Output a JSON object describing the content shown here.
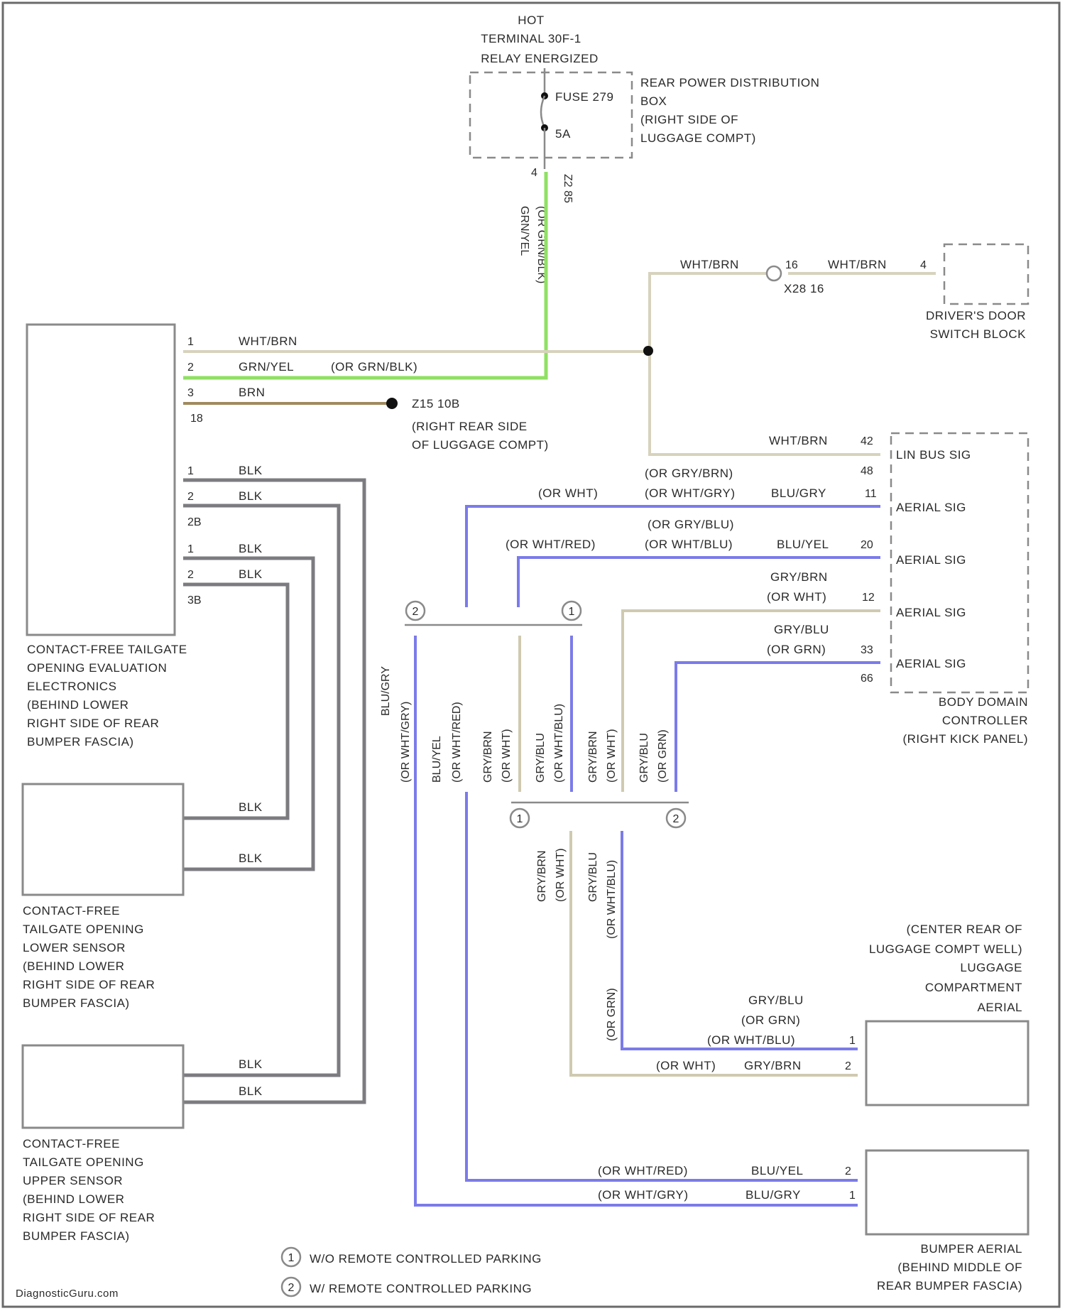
{
  "power": {
    "hot_l1": "HOT",
    "hot_l2": "TERMINAL 30F-1",
    "hot_l3": "RELAY ENERGIZED",
    "fuse_name": "FUSE 279",
    "fuse_amp": "5A",
    "pin_top": "4",
    "connector": "Z2 85",
    "box_l1": "REAR POWER DISTRIBUTION",
    "box_l2": "BOX",
    "box_l3": "(RIGHT SIDE OF",
    "box_l4": "LUGGAGE COMPT)",
    "wire_v1": "GRN/YEL",
    "wire_v2": "(OR GRN/BLK)"
  },
  "door_switch": {
    "wire_left": "WHT/BRN",
    "pin_left": "16",
    "connector": "X28 16",
    "wire_right": "WHT/BRN",
    "pin_right": "4",
    "label_l1": "DRIVER'S DOOR",
    "label_l2": "SWITCH BLOCK"
  },
  "evaluation_module": {
    "pin1": "1",
    "wire1": "WHT/BRN",
    "pin2": "2",
    "wire2": "GRN/YEL",
    "wire2_alt": "(OR GRN/BLK)",
    "pin3": "3",
    "wire3": "BRN",
    "conn1": "18",
    "ground_id": "Z15 10B",
    "ground_l1": "(RIGHT REAR SIDE",
    "ground_l2": "OF LUGGAGE COMPT)",
    "b_pin1": "1",
    "b_wire1": "BLK",
    "b_pin2": "2",
    "b_wire2": "BLK",
    "b_conn": "2B",
    "c_pin1": "1",
    "c_wire1": "BLK",
    "c_pin2": "2",
    "c_wire2": "BLK",
    "c_conn": "3B",
    "label_l1": "CONTACT-FREE TAILGATE",
    "label_l2": "OPENING EVALUATION",
    "label_l3": "ELECTRONICS",
    "label_l4": "(BEHIND LOWER",
    "label_l5": "RIGHT SIDE OF REAR",
    "label_l6": "BUMPER FASCIA)"
  },
  "lower_sensor": {
    "wire1": "BLK",
    "wire2": "BLK",
    "label_l1": "CONTACT-FREE",
    "label_l2": "TAILGATE OPENING",
    "label_l3": "LOWER SENSOR",
    "label_l4": "(BEHIND LOWER",
    "label_l5": "RIGHT SIDE OF REAR",
    "label_l6": "BUMPER FASCIA)"
  },
  "upper_sensor": {
    "wire1": "BLK",
    "wire2": "BLK",
    "label_l1": "CONTACT-FREE",
    "label_l2": "TAILGATE OPENING",
    "label_l3": "UPPER SENSOR",
    "label_l4": "(BEHIND LOWER",
    "label_l5": "RIGHT SIDE OF REAR",
    "label_l6": "BUMPER FASCIA)"
  },
  "bdc": {
    "pin_lin": "42",
    "wire_lin": "WHT/BRN",
    "pin_48": "48",
    "sig_lin": "LIN BUS SIG",
    "w11_alt1": "(OR GRY/BRN)",
    "w11_alt0": "(OR WHT)",
    "w11_alt2": "(OR WHT/GRY)",
    "w11": "BLU/GRY",
    "pin11": "11",
    "sig11": "AERIAL SIG",
    "w20_alt1": "(OR GRY/BLU)",
    "w20_alt0": "(OR WHT/RED)",
    "w20_alt2": "(OR WHT/BLU)",
    "w20": "BLU/YEL",
    "pin20": "20",
    "sig20": "AERIAL SIG",
    "w12": "GRY/BRN",
    "w12_alt": "(OR WHT)",
    "pin12": "12",
    "sig12": "AERIAL SIG",
    "w33": "GRY/BLU",
    "w33_alt": "(OR GRN)",
    "pin33": "33",
    "sig33": "AERIAL SIG",
    "pin_bottom": "66",
    "label_l1": "BODY DOMAIN",
    "label_l2": "CONTROLLER",
    "label_l3": "(RIGHT KICK PANEL)"
  },
  "markers": {
    "one": "1",
    "two": "2"
  },
  "vertical_wires": {
    "a1": "BLU/GRY",
    "a2": "(OR WHT/GRY)",
    "b1": "BLU/YEL",
    "b2": "(OR WHT/RED)",
    "c1": "GRY/BRN",
    "c2": "(OR WHT)",
    "d1": "GRY/BLU",
    "d2": "(OR WHT/BLU)",
    "e1": "GRY/BRN",
    "e2": "(OR WHT)",
    "f1": "GRY/BLU",
    "f2": "(OR GRN)",
    "g1": "GRY/BRN",
    "g2": "(OR WHT)",
    "h1": "GRY/BLU",
    "h2": "(OR WHT/BLU)",
    "i1": "(OR GRN)"
  },
  "luggage_aerial": {
    "w1": "GRY/BLU",
    "w1_alt1": "(OR GRN)",
    "w1_alt2": "(OR WHT/BLU)",
    "pin1": "1",
    "w2_alt": "(OR WHT)",
    "w2": "GRY/BRN",
    "pin2": "2",
    "label_l1": "(CENTER REAR OF",
    "label_l2": "LUGGAGE COMPT WELL)",
    "label_l3": "LUGGAGE",
    "label_l4": "COMPARTMENT",
    "label_l5": "AERIAL"
  },
  "bumper_aerial": {
    "w2_alt": "(OR WHT/RED)",
    "w2": "BLU/YEL",
    "pin2": "2",
    "w1_alt": "(OR WHT/GRY)",
    "w1": "BLU/GRY",
    "pin1": "1",
    "label_l1": "BUMPER AERIAL",
    "label_l2": "(BEHIND MIDDLE OF",
    "label_l3": "REAR BUMPER FASCIA)"
  },
  "legend": {
    "m1": "1",
    "t1": "W/O REMOTE CONTROLLED PARKING",
    "m2": "2",
    "t2": "W/ REMOTE CONTROLLED PARKING"
  },
  "footer": {
    "watermark": "DiagnosticGuru.com"
  },
  "colors": {
    "green": "#8fe063",
    "white": "#d7d2bd",
    "brown": "#a08a5e",
    "black": "#7c7c80",
    "blue": "#7b7bea"
  }
}
